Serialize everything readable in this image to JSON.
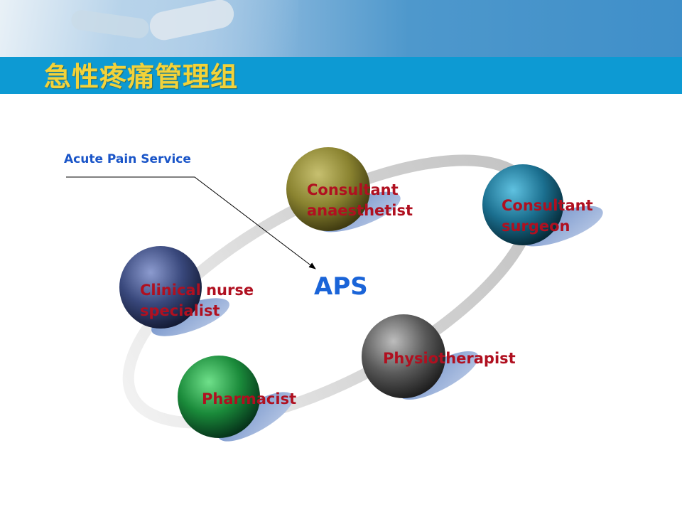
{
  "slide": {
    "title": "急性疼痛管理组"
  },
  "diagram": {
    "center_label": "APS",
    "callout_label": "Acute Pain Service",
    "nodes": [
      {
        "lines": [
          "Consultant",
          "anaesthetist"
        ],
        "color": "#8a8330"
      },
      {
        "lines": [
          "Consultant",
          "surgeon"
        ],
        "color": "#1b6f8f"
      },
      {
        "lines": [
          "Clinical nurse",
          "specialist"
        ],
        "color": "#39487c"
      },
      {
        "lines": [
          "Physiotherapist"
        ],
        "color": "#5a5a5a"
      },
      {
        "lines": [
          "Pharmacist"
        ],
        "color": "#1a8a3a"
      }
    ],
    "colors": {
      "label_text": "#b01020",
      "center_text": "#1a64d8",
      "callout_text": "#1a55c8",
      "title_bar": "#0d9ad3",
      "title_text": "#f2d23a"
    }
  }
}
